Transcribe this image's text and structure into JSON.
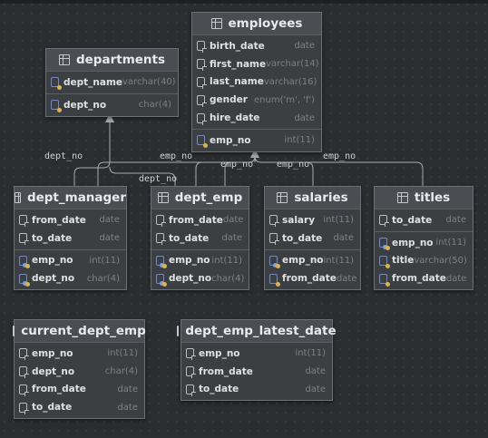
{
  "tables": {
    "employees": {
      "title": "employees",
      "sections": [
        [
          {
            "name": "birth_date",
            "type": "date",
            "icon": "col"
          },
          {
            "name": "first_name",
            "type": "varchar(14)",
            "icon": "col"
          },
          {
            "name": "last_name",
            "type": "varchar(16)",
            "icon": "col"
          },
          {
            "name": "gender",
            "type": "enum('m', 'f')",
            "icon": "col"
          },
          {
            "name": "hire_date",
            "type": "date",
            "icon": "col"
          }
        ],
        [
          {
            "name": "emp_no",
            "type": "int(11)",
            "icon": "pk"
          }
        ]
      ]
    },
    "departments": {
      "title": "departments",
      "sections": [
        [
          {
            "name": "dept_name",
            "type": "varchar(40)",
            "icon": "pk"
          }
        ],
        [
          {
            "name": "dept_no",
            "type": "char(4)",
            "icon": "pk"
          }
        ]
      ]
    },
    "dept_manager": {
      "title": "dept_manager",
      "sections": [
        [
          {
            "name": "from_date",
            "type": "date",
            "icon": "col"
          },
          {
            "name": "to_date",
            "type": "date",
            "icon": "col"
          }
        ],
        [
          {
            "name": "emp_no",
            "type": "int(11)",
            "icon": "pkfk"
          },
          {
            "name": "dept_no",
            "type": "char(4)",
            "icon": "pkfk"
          }
        ]
      ]
    },
    "dept_emp": {
      "title": "dept_emp",
      "sections": [
        [
          {
            "name": "from_date",
            "type": "date",
            "icon": "col"
          },
          {
            "name": "to_date",
            "type": "date",
            "icon": "col"
          }
        ],
        [
          {
            "name": "emp_no",
            "type": "int(11)",
            "icon": "pkfk"
          },
          {
            "name": "dept_no",
            "type": "char(4)",
            "icon": "pkfk"
          }
        ]
      ]
    },
    "salaries": {
      "title": "salaries",
      "sections": [
        [
          {
            "name": "salary",
            "type": "int(11)",
            "icon": "col"
          },
          {
            "name": "to_date",
            "type": "date",
            "icon": "col"
          }
        ],
        [
          {
            "name": "emp_no",
            "type": "int(11)",
            "icon": "pkfk"
          },
          {
            "name": "from_date",
            "type": "date",
            "icon": "pk"
          }
        ]
      ]
    },
    "titles": {
      "title": "titles",
      "sections": [
        [
          {
            "name": "to_date",
            "type": "date",
            "icon": "col"
          }
        ],
        [
          {
            "name": "emp_no",
            "type": "int(11)",
            "icon": "pkfk"
          },
          {
            "name": "title",
            "type": "varchar(50)",
            "icon": "pk"
          },
          {
            "name": "from_date",
            "type": "date",
            "icon": "pk"
          }
        ]
      ]
    },
    "current_dept_emp": {
      "title": "current_dept_emp",
      "sections": [
        [
          {
            "name": "emp_no",
            "type": "int(11)",
            "icon": "col"
          },
          {
            "name": "dept_no",
            "type": "char(4)",
            "icon": "col"
          },
          {
            "name": "from_date",
            "type": "date",
            "icon": "col"
          },
          {
            "name": "to_date",
            "type": "date",
            "icon": "col"
          }
        ]
      ]
    },
    "dept_emp_latest_date": {
      "title": "dept_emp_latest_date",
      "sections": [
        [
          {
            "name": "emp_no",
            "type": "int(11)",
            "icon": "col"
          },
          {
            "name": "from_date",
            "type": "date",
            "icon": "col"
          },
          {
            "name": "to_date",
            "type": "date",
            "icon": "col"
          }
        ]
      ]
    }
  },
  "edge_labels": {
    "dm_dept": "dept_no",
    "de_dept": "dept_no",
    "dm_emp": "emp_no",
    "de_emp": "emp_no",
    "sal_emp": "emp_no",
    "titles_emp": "emp_no"
  }
}
